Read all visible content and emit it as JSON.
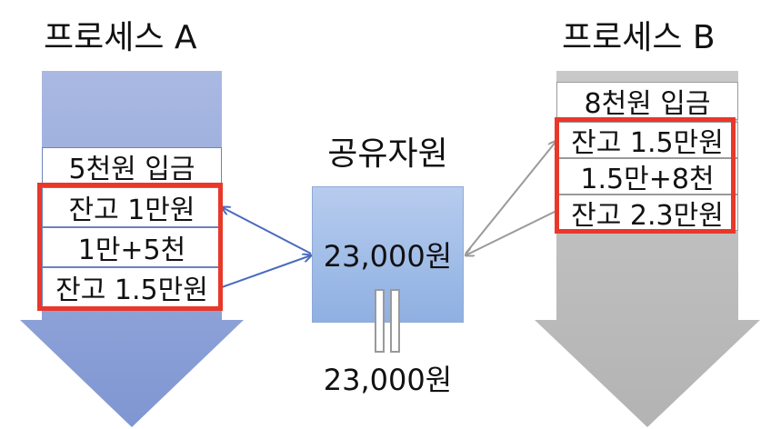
{
  "process_a": {
    "title": "프로세스 A",
    "deposit": "5천원 입금",
    "steps": [
      "잔고 1만원",
      "1만+5천",
      "잔고 1.5만원"
    ],
    "color": "#8ea3d9"
  },
  "process_b": {
    "title": "프로세스 B",
    "deposit": "8천원 입금",
    "steps": [
      "잔고 1.5만원",
      "1.5만+8천",
      "잔고 2.3만원"
    ],
    "color": "#bdbdbd"
  },
  "shared": {
    "title": "공유자원",
    "value": "23,000원",
    "result": "23,000원"
  },
  "colors": {
    "highlight": "#e8382a",
    "arrow_a": "#4a6bbd",
    "arrow_b": "#9a9a9a"
  }
}
